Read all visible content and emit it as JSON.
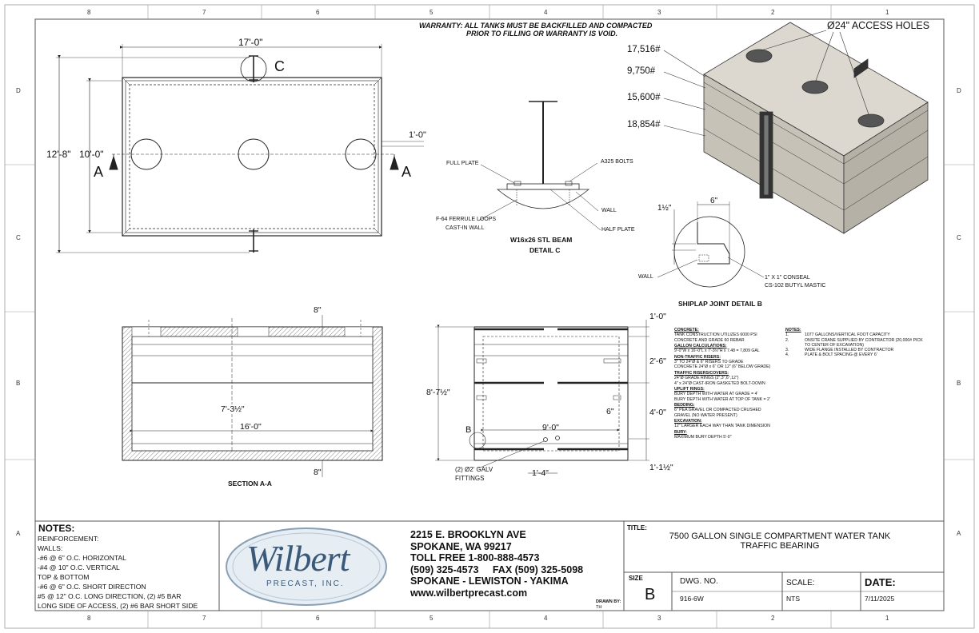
{
  "zones": {
    "top": [
      "8",
      "7",
      "6",
      "5",
      "4",
      "3",
      "2",
      "1"
    ],
    "side": [
      "D",
      "C",
      "B",
      "A"
    ]
  },
  "warranty": [
    "WARRANTY: ALL TANKS MUST BE BACKFILLED AND COMPACTED",
    "PRIOR TO FILLING OR WARRANTY IS VOID."
  ],
  "plan_view": {
    "length": "17'-0\"",
    "width_outer": "12'-8\"",
    "width_inner": "10'-0\"",
    "offset": "1'-0\"",
    "section_mark": "A",
    "detail_mark": "C"
  },
  "detail_c": {
    "labels": [
      "FULL PLATE",
      "A325 BOLTS",
      "WALL",
      "HALF PLATE",
      "F-64 FERRULE LOOPS",
      "CAST-IN WALL"
    ],
    "title": [
      "W16x26 STL BEAM",
      "DETAIL C"
    ]
  },
  "iso_view": {
    "access": "Ø24\" ACCESS HOLES",
    "weights": [
      "17,516#",
      "9,750#",
      "15,600#",
      "18,854#"
    ]
  },
  "detail_b": {
    "dim_h": "1½\"",
    "dim_w": "6\"",
    "wall": "WALL",
    "seal": [
      "1\" X 1\" CONSEAL",
      "CS-102 BUTYL MASTIC"
    ],
    "title": "SHIPLAP JOINT DETAIL B"
  },
  "section_aa": {
    "top_thk": "8\"",
    "bottom_thk": "8\"",
    "height": "7'-3½\"",
    "length": "16'-0\"",
    "title": "SECTION A-A"
  },
  "end_section": {
    "dims_right": [
      "1'-0\"",
      "2'-6\"",
      "4'-0\"",
      "1'-1½\""
    ],
    "height": "8'-7½\"",
    "inner": "9'-0\"",
    "pipe": "6\"",
    "bottom": "1'-4\"",
    "detail_mark": "B",
    "fittings": [
      "(2) Ø2' GALV",
      "FITTINGS"
    ]
  },
  "spec_notes": {
    "left": [
      {
        "h": "CONCRETE:",
        "lines": [
          "TANK CONSTRUCTION UTILIZES 6000 PSI",
          "CONCRETE AND GRADE 60 REBAR"
        ]
      },
      {
        "h": "GALLON CALCULATIONS:",
        "lines": [
          "9'-0\"W x 16'-0\"L x 7'-3½\"H x 7.48 = 7,809 GAL"
        ]
      },
      {
        "h": "NON-TRAFFIC RISERS:",
        "lines": [
          "3\" TO 24\"Ø & 6\" RISERS TO GRADE",
          "CONCRETE 24\"Ø x 6\" OR 12\" (6\" BELOW GRADE)"
        ]
      },
      {
        "h": "TRAFFIC RISERS/COVERS:",
        "lines": [
          "24\"Ø GRADE RINGS (2\",3\",6\",12\")",
          "4\" x 24\"Ø CAST-IRON GASKETED BOLT-DOWN"
        ]
      },
      {
        "h": "UPLIFT RINGS:",
        "lines": [
          "BURY DEPTH WITH WATER AT GRADE = 4'",
          "BURY DEPTH WITH WATER AT TOP OF TANK = 2'"
        ]
      },
      {
        "h": "BEDDING:",
        "lines": [
          "6\" PEA GRAVEL OR COMPACTED CRUSHED",
          "GRAVEL (NO WATER PRESENT)"
        ]
      },
      {
        "h": "EXCAVATION:",
        "lines": [
          "12\" LARGER EACH WAY THAN TANK DIMENSION"
        ]
      },
      {
        "h": "BURY:",
        "lines": [
          "MAXIMUM BURY DEPTH 5'-0\""
        ]
      }
    ],
    "right_head": "NOTES:",
    "right": [
      {
        "n": "1.",
        "t": "1077 GALLONS/VERTICAL FOOT CAPACITY"
      },
      {
        "n": "2.",
        "t": "ONSITE CRANE SUPPLIED BY CONTRACTOR (20,000# PICK"
      },
      {
        "n": "",
        "t": "TO CENTER OF EXCAVATION)"
      },
      {
        "n": "3.",
        "t": "WIDE FLANGE INSTALLED BY CONTRACTOR"
      },
      {
        "n": "4.",
        "t": "PLATE & BOLT SPACING @ EVERY 6'"
      }
    ]
  },
  "title_block": {
    "notes_head": "NOTES:",
    "notes": [
      "REINFORCEMENT:",
      "WALLS:",
      "-#6 @  6\" O.C. HORIZONTAL",
      "-#4 @ 10\" O.C. VERTICAL",
      "TOP & BOTTOM",
      "-#6 @ 6\" O.C. SHORT DIRECTION",
      "#5 @ 12\" O.C. LONG DIRECTION, (2) #5 BAR",
      "LONG SIDE OF ACCESS, (2) #6 BAR SHORT SIDE"
    ],
    "logo_main": "Wilbert",
    "logo_sub": "PRECAST, INC.",
    "address": [
      "2215 E. BROOKLYN AVE",
      "SPOKANE, WA 99217",
      "TOLL FREE 1-800-888-4573",
      "(509) 325-4573     FAX (509) 325-5098",
      "SPOKANE - LEWISTON - YAKIMA",
      "www.wilbertprecast.com"
    ],
    "drawn_by_label": "DRAWN BY:",
    "drawn_by": "TH",
    "title_label": "TITLE:",
    "title_lines": [
      "7500 GALLON SINGLE COMPARTMENT WATER TANK",
      "TRAFFIC BEARING"
    ],
    "size_label": "SIZE",
    "size": "B",
    "dwg_label": "DWG.  NO.",
    "dwg": "916-6W",
    "scale_label": "SCALE:",
    "scale": "NTS",
    "date_label": "DATE:",
    "date": "7/11/2025"
  }
}
